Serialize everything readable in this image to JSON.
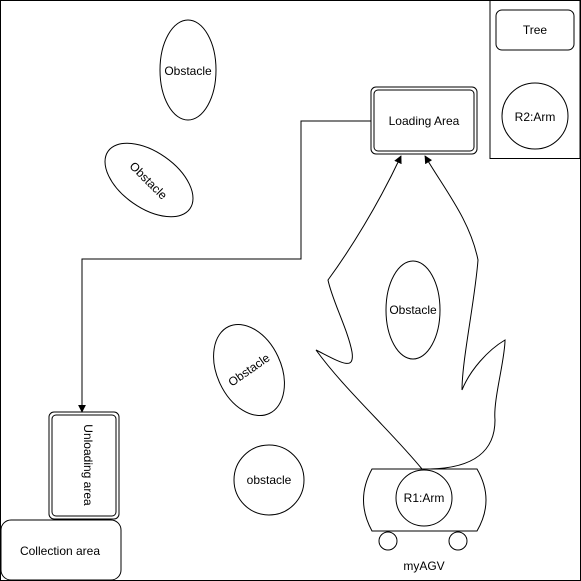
{
  "labels": {
    "tree": "Tree",
    "r2_arm": "R2:Arm",
    "loading_area": "Loading Area",
    "unloading_area": "Unloading area",
    "collection_area": "Collection area",
    "r1_arm": "R1:Arm",
    "my_agv": "myAGV"
  },
  "obstacles": [
    {
      "label": "Obstacle"
    },
    {
      "label": "Obstacle"
    },
    {
      "label": "Obstacle"
    },
    {
      "label": "Obstacle"
    },
    {
      "label": "obstacle"
    }
  ],
  "colors": {
    "stroke": "#000000",
    "fill": "#ffffff"
  }
}
